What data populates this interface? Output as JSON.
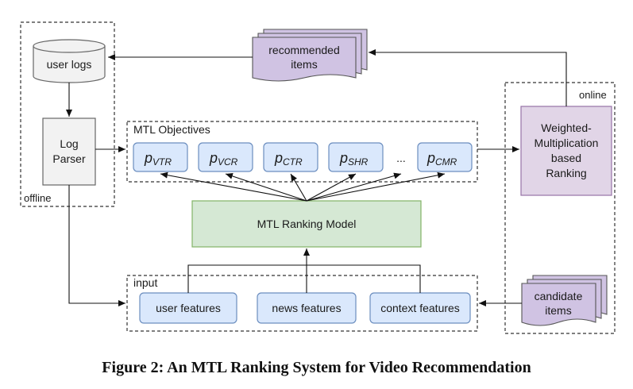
{
  "regions": {
    "offline": "offline",
    "online": "online",
    "objectives_title": "MTL Objectives",
    "input_title": "input"
  },
  "nodes": {
    "user_logs": "user logs",
    "log_parser_line1": "Log",
    "log_parser_line2": "Parser",
    "recommended_items_line1": "recommended",
    "recommended_items_line2": "items",
    "candidate_items_line1": "candidate",
    "candidate_items_line2": "items",
    "ranking_line1": "Weighted-",
    "ranking_line2": "Multiplication",
    "ranking_line3": "based",
    "ranking_line4": "Ranking",
    "mtl_model": "MTL Ranking Model",
    "ellipsis": "..."
  },
  "objectives": [
    {
      "p": "p",
      "sub": "VTR"
    },
    {
      "p": "p",
      "sub": "VCR"
    },
    {
      "p": "p",
      "sub": "CTR"
    },
    {
      "p": "p",
      "sub": "SHR"
    },
    {
      "p": "p",
      "sub": "CMR"
    }
  ],
  "features": {
    "user": "user features",
    "news": "news features",
    "context": "context features"
  },
  "caption": "Figure 2: An MTL Ranking System for Video Recommendation",
  "colors": {
    "feature_fill": "#dae8fc",
    "feature_stroke": "#6c8ebf",
    "model_fill": "#d5e8d4",
    "model_stroke": "#82b366",
    "ranking_fill": "#e1d5e7",
    "ranking_stroke": "#9673a6",
    "doc_fill": "#d0c3e3",
    "db_fill": "#f2f2f2",
    "parser_fill": "#f2f2f2"
  }
}
